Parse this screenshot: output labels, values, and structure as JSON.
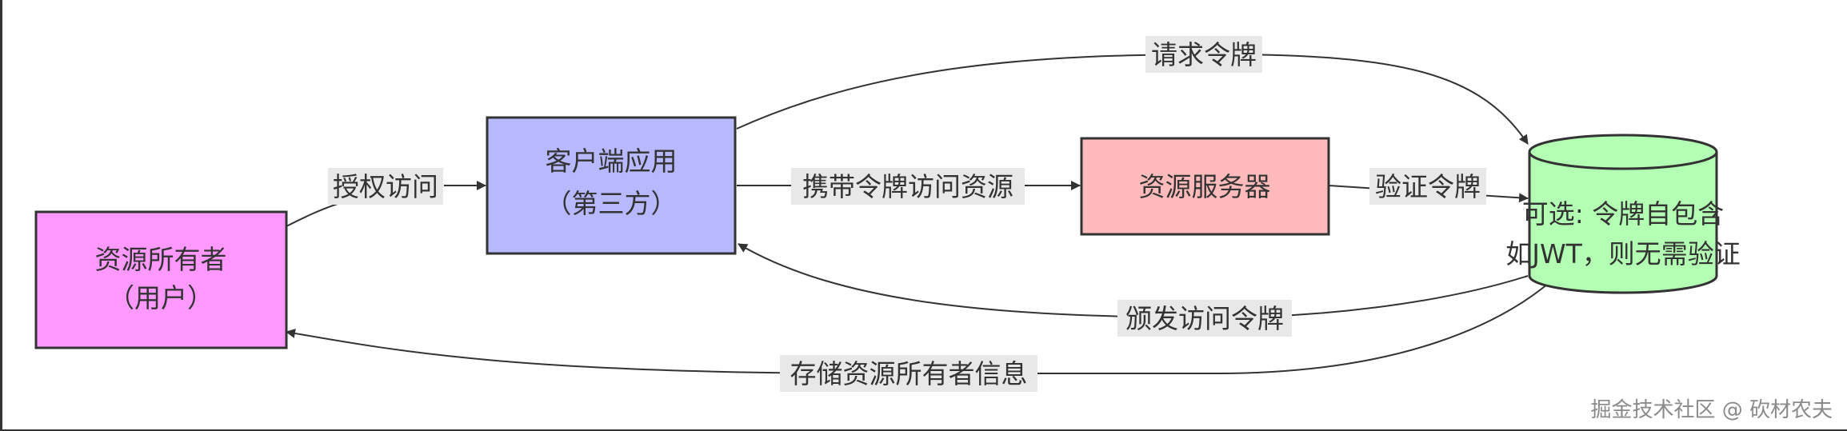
{
  "nodes": {
    "owner": {
      "line1": "资源所有者",
      "line2": "（用户）",
      "fill": "#ff99ff"
    },
    "client": {
      "line1": "客户端应用",
      "line2": "（第三方）",
      "fill": "#b8b8ff"
    },
    "resource_server": {
      "line1": "资源服务器",
      "fill": "#ffbbbb"
    },
    "storage": {
      "line1": "可选: 令牌自包含",
      "line2": "如JWT，则无需验证",
      "fill": "#b3ffb3"
    }
  },
  "edges": {
    "authorize": "授权访问",
    "request_token": "请求令牌",
    "access_with_token": "携带令牌访问资源",
    "verify_token": "验证令牌",
    "issue_token": "颁发访问令牌",
    "store_info": "存储资源所有者信息"
  },
  "stroke_color": "#333333",
  "watermark": "掘金技术社区 @ 砍材农夫"
}
